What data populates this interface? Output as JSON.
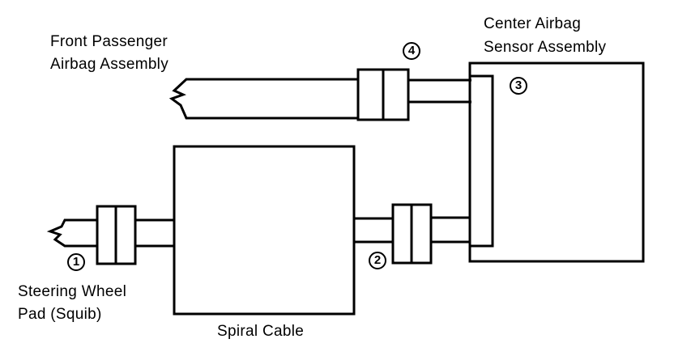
{
  "labels": {
    "front_passenger_line1": "Front Passenger",
    "front_passenger_line2": "Airbag Assembly",
    "center_sensor_line1": "Center Airbag",
    "center_sensor_line2": "Sensor Assembly",
    "steering_line1": "Steering Wheel",
    "steering_line2": "Pad (Squib)",
    "spiral_cable": "Spiral Cable"
  },
  "callouts": {
    "c1": "1",
    "c2": "2",
    "c3": "3",
    "c4": "4"
  },
  "colors": {
    "line": "#000000",
    "background": "#ffffff"
  }
}
